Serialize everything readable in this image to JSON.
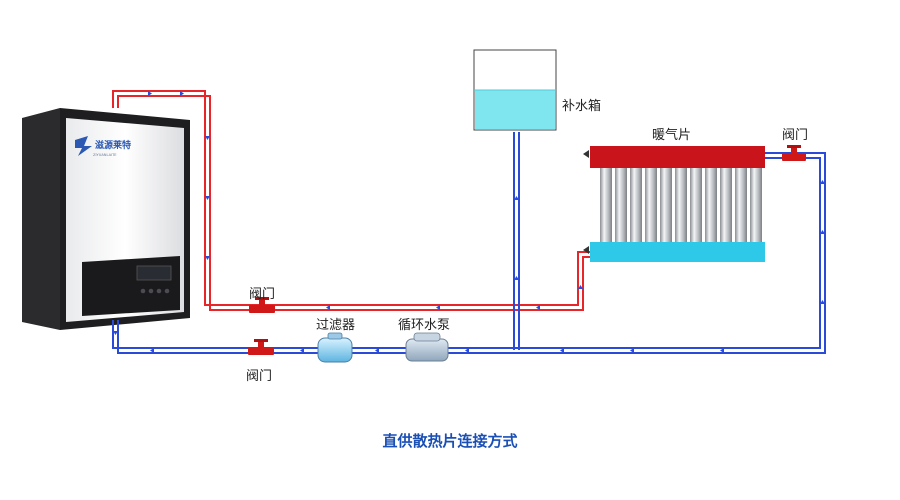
{
  "labels": {
    "tank": "补水箱",
    "radiator": "暖气片",
    "valve_right": "阀门",
    "valve_mid": "阀门",
    "valve_bottom": "阀门",
    "filter": "过滤器",
    "pump": "循环水泵"
  },
  "boiler": {
    "brand": "滋源莱特",
    "brand_sub": "ZIYUANLAITE"
  },
  "caption": "直供散热片连接方式",
  "colors": {
    "hot_pipe": "#e8262a",
    "cold_pipe": "#2a4bd8",
    "water": "#7fe6ef",
    "radiator_top": "#c9141c",
    "radiator_bottom": "#2ec9e8",
    "valve": "#d01818",
    "caption": "#1a4fb5"
  }
}
